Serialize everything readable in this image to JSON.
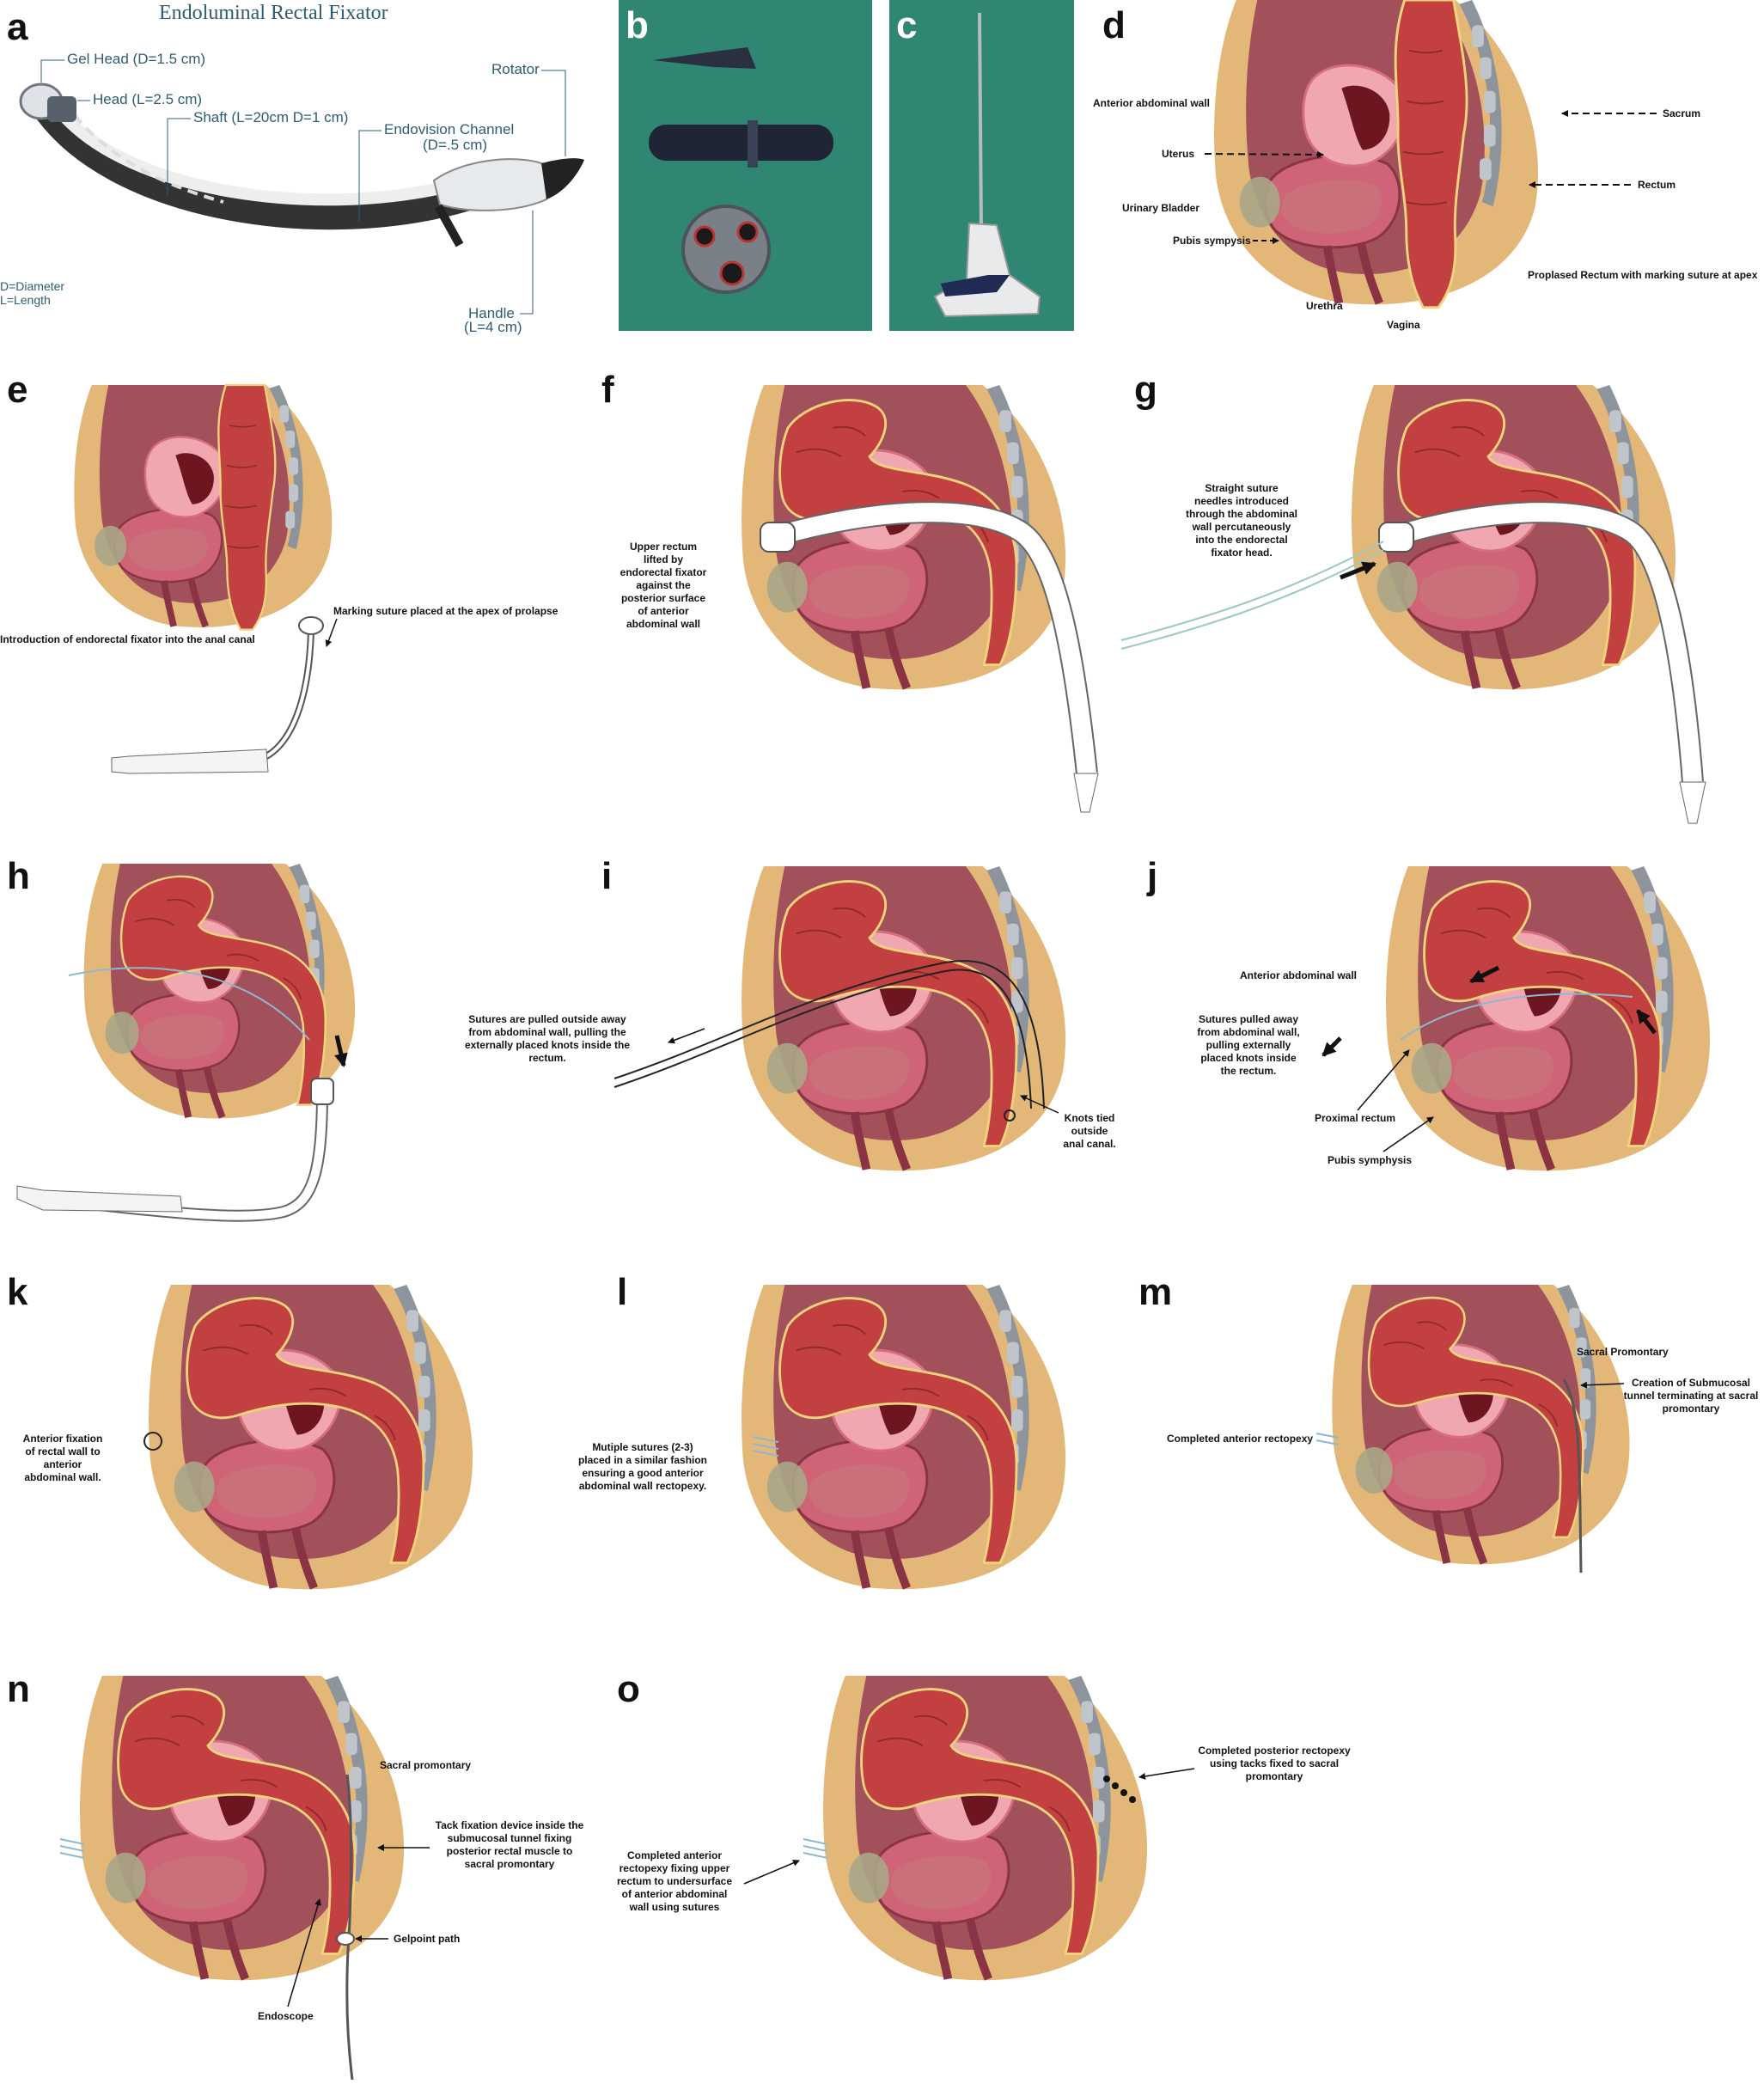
{
  "colors": {
    "skin": "#e3b778",
    "cavity": "#a2515b",
    "rectum": "#c2403f",
    "rectum_edge": "#f1d37e",
    "uterus": "#f0a7b0",
    "uterus_inner": "#6e1620",
    "bladder": "#cf6476",
    "pubis": "#a9a687",
    "spine": "#9aa2aa",
    "photo_bg": "#2f8672",
    "label": "#2e5d6f"
  },
  "panels": {
    "a": {
      "letter": "a",
      "title": "Endoluminal Rectal Fixator",
      "labels": {
        "gel_head": "Gel Head (D=1.5 cm)",
        "head": "Head (L=2.5 cm)",
        "shaft": "Shaft (L=20cm D=1 cm)",
        "channel_1": "Endovision Channel",
        "channel_2": "(D=.5 cm)",
        "rotator": "Rotator",
        "handle_1": "Handle",
        "handle_2": "(L=4 cm)",
        "legend_1": "D=Diameter",
        "legend_2": "L=Length"
      }
    },
    "b": {
      "letter": "b"
    },
    "c": {
      "letter": "c"
    },
    "d": {
      "letter": "d",
      "labels": {
        "anterior_wall": "Anterior abdominal wall",
        "uterus": "Uterus",
        "bladder": "Urinary Bladder",
        "pubis": "Pubis sympysis",
        "urethra": "Urethra",
        "vagina": "Vagina",
        "sacrum": "Sacrum",
        "rectum": "Rectum",
        "prolapsed": "Proplased Rectum with marking suture at apex"
      }
    },
    "e": {
      "letter": "e",
      "labels": {
        "intro": "Introduction of endorectal fixator into the anal canal",
        "marking": "Marking suture placed at the apex of prolapse"
      }
    },
    "f": {
      "letter": "f",
      "labels": [
        "Upper rectum",
        "lifted by",
        "endorectal fixator",
        "against the",
        "posterior surface",
        "of anterior",
        "abdominal wall"
      ]
    },
    "g": {
      "letter": "g",
      "labels": [
        "Straight suture",
        "needles introduced",
        "through the abdominal",
        "wall percutaneously",
        "into the endorectal",
        "fixator head."
      ]
    },
    "h": {
      "letter": "h"
    },
    "i": {
      "letter": "i",
      "labels": {
        "pulled": [
          "Sutures are pulled outside away",
          "from abdominal wall, pulling the",
          "externally placed knots inside the",
          "rectum."
        ],
        "knots": [
          "Knots tied",
          "outside",
          "anal canal."
        ]
      }
    },
    "j": {
      "letter": "j",
      "labels": {
        "anterior_wall": "Anterior abdominal wall",
        "pulled": [
          "Sutures pulled away",
          "from abdominal wall,",
          "pulling externally",
          "placed knots inside",
          "the rectum."
        ],
        "proximal": "Proximal rectum",
        "pubis": "Pubis symphysis"
      }
    },
    "k": {
      "letter": "k",
      "labels": [
        "Anterior fixation",
        "of rectal wall to",
        "anterior",
        "abdominal wall."
      ]
    },
    "l": {
      "letter": "l",
      "labels": [
        "Mutiple sutures (2-3)",
        "placed in a similar fashion",
        "ensuring a good anterior",
        "abdominal wall rectopexy."
      ]
    },
    "m": {
      "letter": "m",
      "labels": {
        "sacral": "Sacral Promontary",
        "tunnel": [
          "Creation of Submucosal",
          "tunnel terminating at sacral",
          "promontary"
        ],
        "completed": "Completed anterior rectopexy"
      }
    },
    "n": {
      "letter": "n",
      "labels": {
        "sacral": "Sacral promontary",
        "tack": [
          "Tack fixation device inside the",
          "submucosal tunnel fixing",
          "posterior rectal muscle to",
          "sacral promontary"
        ],
        "gelpoint": "Gelpoint path",
        "endoscope": "Endoscope"
      }
    },
    "o": {
      "letter": "o",
      "labels": {
        "posterior": [
          "Completed posterior rectopexy",
          "using tacks fixed to sacral",
          "promontary"
        ],
        "anterior": [
          "Completed anterior",
          "rectopexy fixing upper",
          "rectum to undersurface",
          "of anterior abdominal",
          "wall using sutures"
        ]
      }
    }
  }
}
